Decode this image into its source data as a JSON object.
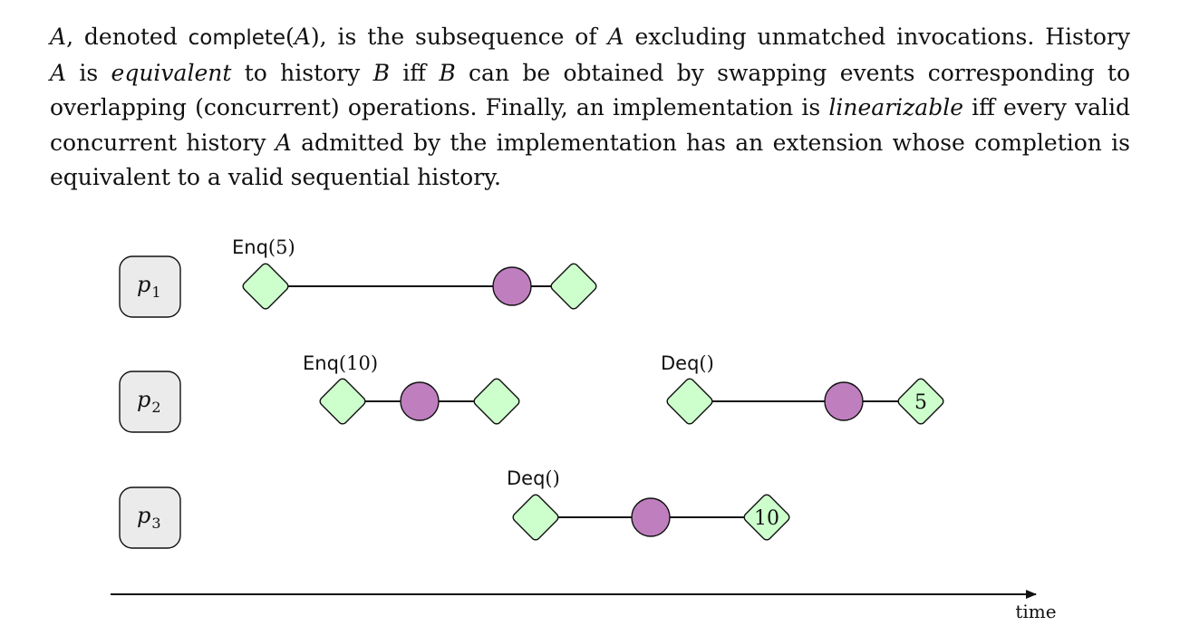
{
  "paragraph": {
    "l1": {
      "a1": "A",
      "a2": ", denoted ",
      "a3": "complete",
      "a4": "(",
      "a5": "A",
      "a6": "), is the subsequence of ",
      "a7": "A",
      "a8": " excluding unmatched invocations. History"
    },
    "l2": {
      "a1": "A",
      "a2": " is ",
      "a3": "equivalent",
      "a4": " to history ",
      "a5": "B",
      "a6": " iff ",
      "a7": "B",
      "a8": " can be obtained by swapping events corresponding to"
    },
    "l3": {
      "a1": "overlapping (concurrent) operations. Finally, an implementation is ",
      "a2": "linearizable",
      "a3": " iff every valid"
    },
    "l4": {
      "a1": "concurrent history ",
      "a2": "A",
      "a3": " admitted by the implementation has an extension whose completion is"
    },
    "l5": {
      "a1": "equivalent to a valid sequential history."
    }
  },
  "figure": {
    "processes": [
      {
        "name": "p",
        "sub": "1"
      },
      {
        "name": "p",
        "sub": "2"
      },
      {
        "name": "p",
        "sub": "3"
      }
    ],
    "operations": [
      {
        "process": "p1",
        "op": "Enq",
        "arg": "(5)",
        "result": ""
      },
      {
        "process": "p2",
        "op": "Enq",
        "arg": "(10)",
        "result": ""
      },
      {
        "process": "p2",
        "op": "Deq",
        "arg": "()",
        "result": "5"
      },
      {
        "process": "p3",
        "op": "Deq",
        "arg": "()",
        "result": "10"
      }
    ],
    "time_label": "time",
    "colors": {
      "invocation_fill": "#ccffcc",
      "linearization_fill": "#bf7fbf",
      "process_box_fill": "#ebebeb"
    }
  }
}
